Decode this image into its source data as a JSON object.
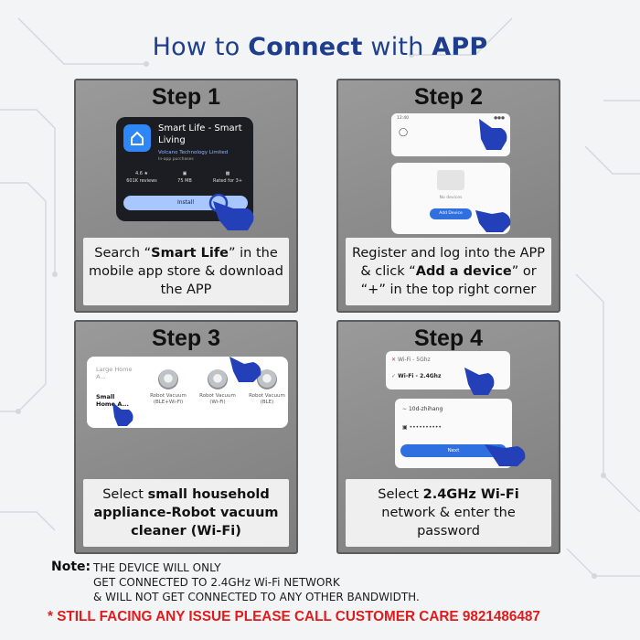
{
  "title": {
    "prefix": "How to ",
    "bold1": "Connect",
    "middle": " with ",
    "bold2": "APP"
  },
  "steps": [
    {
      "label": "Step 1",
      "caption": {
        "pre": "Search “",
        "bold": "Smart Life",
        "post": "” in the mobile app store & download the APP"
      },
      "app": {
        "name": "Smart Life - Smart Living",
        "developer": "Volcano Technology Limited",
        "iap": "In-app purchases",
        "rating": "4.6 ★",
        "reviews": "601K reviews",
        "size": "75 MB",
        "age": "Rated for 3+",
        "install": "Install"
      }
    },
    {
      "label": "Step 2",
      "caption": {
        "pre": "Register and log into the APP & click “",
        "bold": "Add a device",
        "post": "” or “+” in the top right corner"
      },
      "screen": {
        "time": "12:40",
        "no_devices": "No devices",
        "add_device": "Add Device"
      }
    },
    {
      "label": "Step 3",
      "caption": {
        "pre": "Select ",
        "bold": "small household appliance-Robot vacuum cleaner (Wi-Fi)",
        "post": ""
      },
      "categories": {
        "large": "Large Home A...",
        "small": "Small Home A..."
      },
      "robots": [
        {
          "label": "Robot Vacuum (BLE+Wi-Fi)"
        },
        {
          "label": "Robot Vacuum (Wi-Fi)"
        },
        {
          "label": "Robot Vacuum (BLE)"
        }
      ]
    },
    {
      "label": "Step 4",
      "caption": {
        "pre": "Select ",
        "bold": "2.4GHz Wi-Fi",
        "post": " network & enter the password"
      },
      "wifi": {
        "row1": "Wi-Fi - 5Ghz",
        "row2": "Wi-Fi - 2.4Ghz",
        "ssid": "10d-zhihang",
        "password": "••••••••••",
        "next": "Next"
      }
    }
  ],
  "note": {
    "label": "Note:",
    "line1": "THE DEVICE WILL ONLY",
    "line2": "GET CONNECTED TO 2.4GHz Wi-Fi NETWORK",
    "line3": "& WILL NOT GET CONNECTED TO ANY OTHER BANDWIDTH."
  },
  "care": "* STILL FACING ANY ISSUE PLEASE CALL CUSTOMER CARE 9821486487",
  "colors": {
    "title": "#1f3f8a",
    "hand": "#2340b8",
    "accent": "#2f6fe0",
    "care": "#e11b1b"
  }
}
